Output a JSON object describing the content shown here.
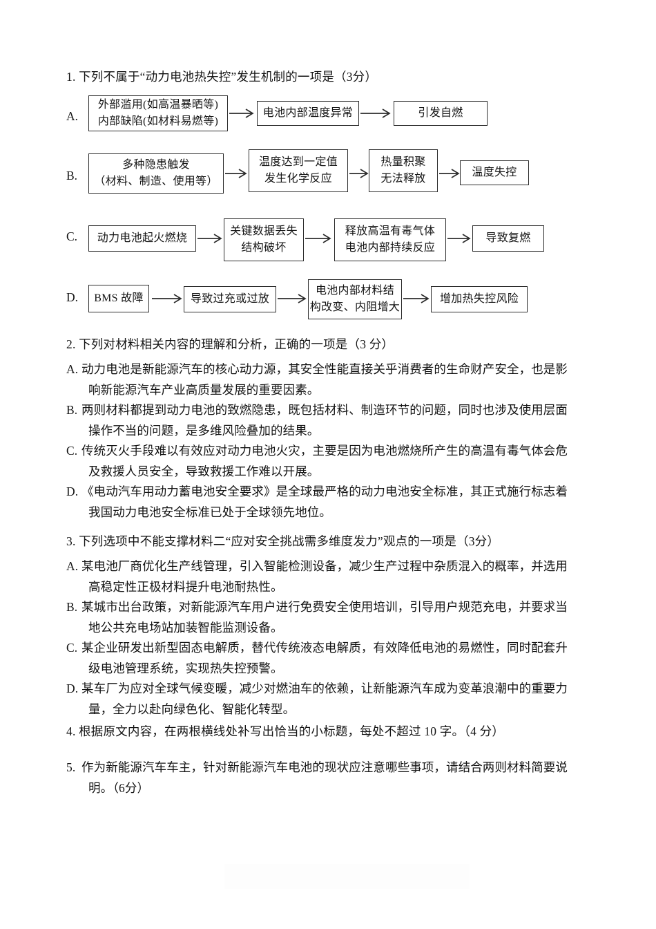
{
  "document": {
    "background_color": "#ffffff",
    "text_color": "#141414",
    "border_color": "#2b2b2b"
  },
  "questions": [
    {
      "number": "1.",
      "stem": "1. 下列不属于“动力电池热失控”发生机制的一项是（3分）",
      "points": "3分"
    }
  ],
  "flowchart": {
    "rows": [
      {
        "label": "A.",
        "boxes": [
          {
            "lines": [
              "外部滥用(如高温暴晒等)",
              "内部缺陷(如材料易燃等)"
            ]
          },
          {
            "lines": [
              "电池内部温度异常"
            ]
          },
          {
            "lines": [
              "引发自燃"
            ]
          }
        ]
      },
      {
        "label": "B.",
        "boxes": [
          {
            "lines": [
              "多种隐患触发",
              "（材料、制造、使用等）"
            ]
          },
          {
            "lines": [
              "温度达到一定值",
              "发生化学反应"
            ]
          },
          {
            "lines": [
              "热量积聚",
              "无法释放"
            ]
          },
          {
            "lines": [
              "温度失控"
            ]
          }
        ]
      },
      {
        "label": "C.",
        "boxes": [
          {
            "lines": [
              "动力电池起火燃烧"
            ]
          },
          {
            "lines": [
              "关键数据丢失",
              "结构破坏"
            ]
          },
          {
            "lines": [
              "释放高温有毒气体",
              "电池内部持续反应"
            ]
          },
          {
            "lines": [
              "导致复燃"
            ]
          }
        ]
      },
      {
        "label": "D.",
        "boxes": [
          {
            "lines": [
              "BMS 故障"
            ]
          },
          {
            "lines": [
              "导致过充或过放"
            ]
          },
          {
            "lines": [
              "电池内部材料结",
              "构改变、内阻增大"
            ]
          },
          {
            "lines": [
              "增加热失控风险"
            ]
          }
        ]
      }
    ]
  },
  "q2": {
    "stem": "2. 下列对材料相关内容的理解和分析，正确的一项是（3 分）",
    "options": [
      {
        "label": "A.",
        "line1": "动力电池是新能源汽车的核心动力源，其安全性能直接关乎消费者的生命财产安全，也是影",
        "line2": "响新能源汽车产业高质量发展的重要因素。"
      },
      {
        "label": "B.",
        "line1": "两则材料都提到动力电池的致燃隐患，既包括材料、制造环节的问题，同时也涉及使用层面",
        "line2": "操作不当的问题，是多维风险叠加的结果。"
      },
      {
        "label": "C.",
        "line1": "传统灭火手段难以有效应对动力电池火灾，主要是因为电池燃烧所产生的高温有毒气体会危",
        "line2": "及救援人员安全，导致救援工作难以开展。"
      },
      {
        "label": "D.",
        "line1": "《电动汽车用动力蓄电池安全要求》是全球最严格的动力电池安全标准，其正式施行标志着",
        "line2": "我国动力电池安全标准已处于全球领先地位。"
      }
    ]
  },
  "q3": {
    "stem": "3. 下列选项中不能支撑材料二“应对安全挑战需多维度发力”观点的一项是（3分）",
    "options": [
      {
        "label": "A.",
        "line1": "某电池厂商优化生产线管理，引入智能检测设备，减少生产过程中杂质混入的概率，并选用",
        "line2": "高稳定性正极材料提升电池耐热性。"
      },
      {
        "label": "B.",
        "line1": "某城市出台政策，对新能源汽车用户进行免费安全使用培训，引导用户规范充电，并要求当",
        "line2": "地公共充电场站加装智能监测设备。"
      },
      {
        "label": "C.",
        "line1": "某企业研发出新型固态电解质，替代传统液态电解质，有效降低电池的易燃性，同时配套升",
        "line2": "级电池管理系统，实现热失控预警。"
      },
      {
        "label": "D.",
        "line1": "某车厂为应对全球气候变暖，减少对燃油车的依赖，让新能源汽车成为变革浪潮中的重要力",
        "line2": "量，全力以赴向绿色化、智能化转型。"
      }
    ]
  },
  "q4": {
    "stem": "4. 根据原文内容，在两根横线处补写出恰当的小标题，每处不超过 10 字。（4 分）"
  },
  "q5": {
    "label": "5.",
    "line1": "作为新能源汽车车主，针对新能源汽车电池的现状应注意哪些事项，请结合两则材料简要说",
    "line2": "明。（6分）"
  }
}
